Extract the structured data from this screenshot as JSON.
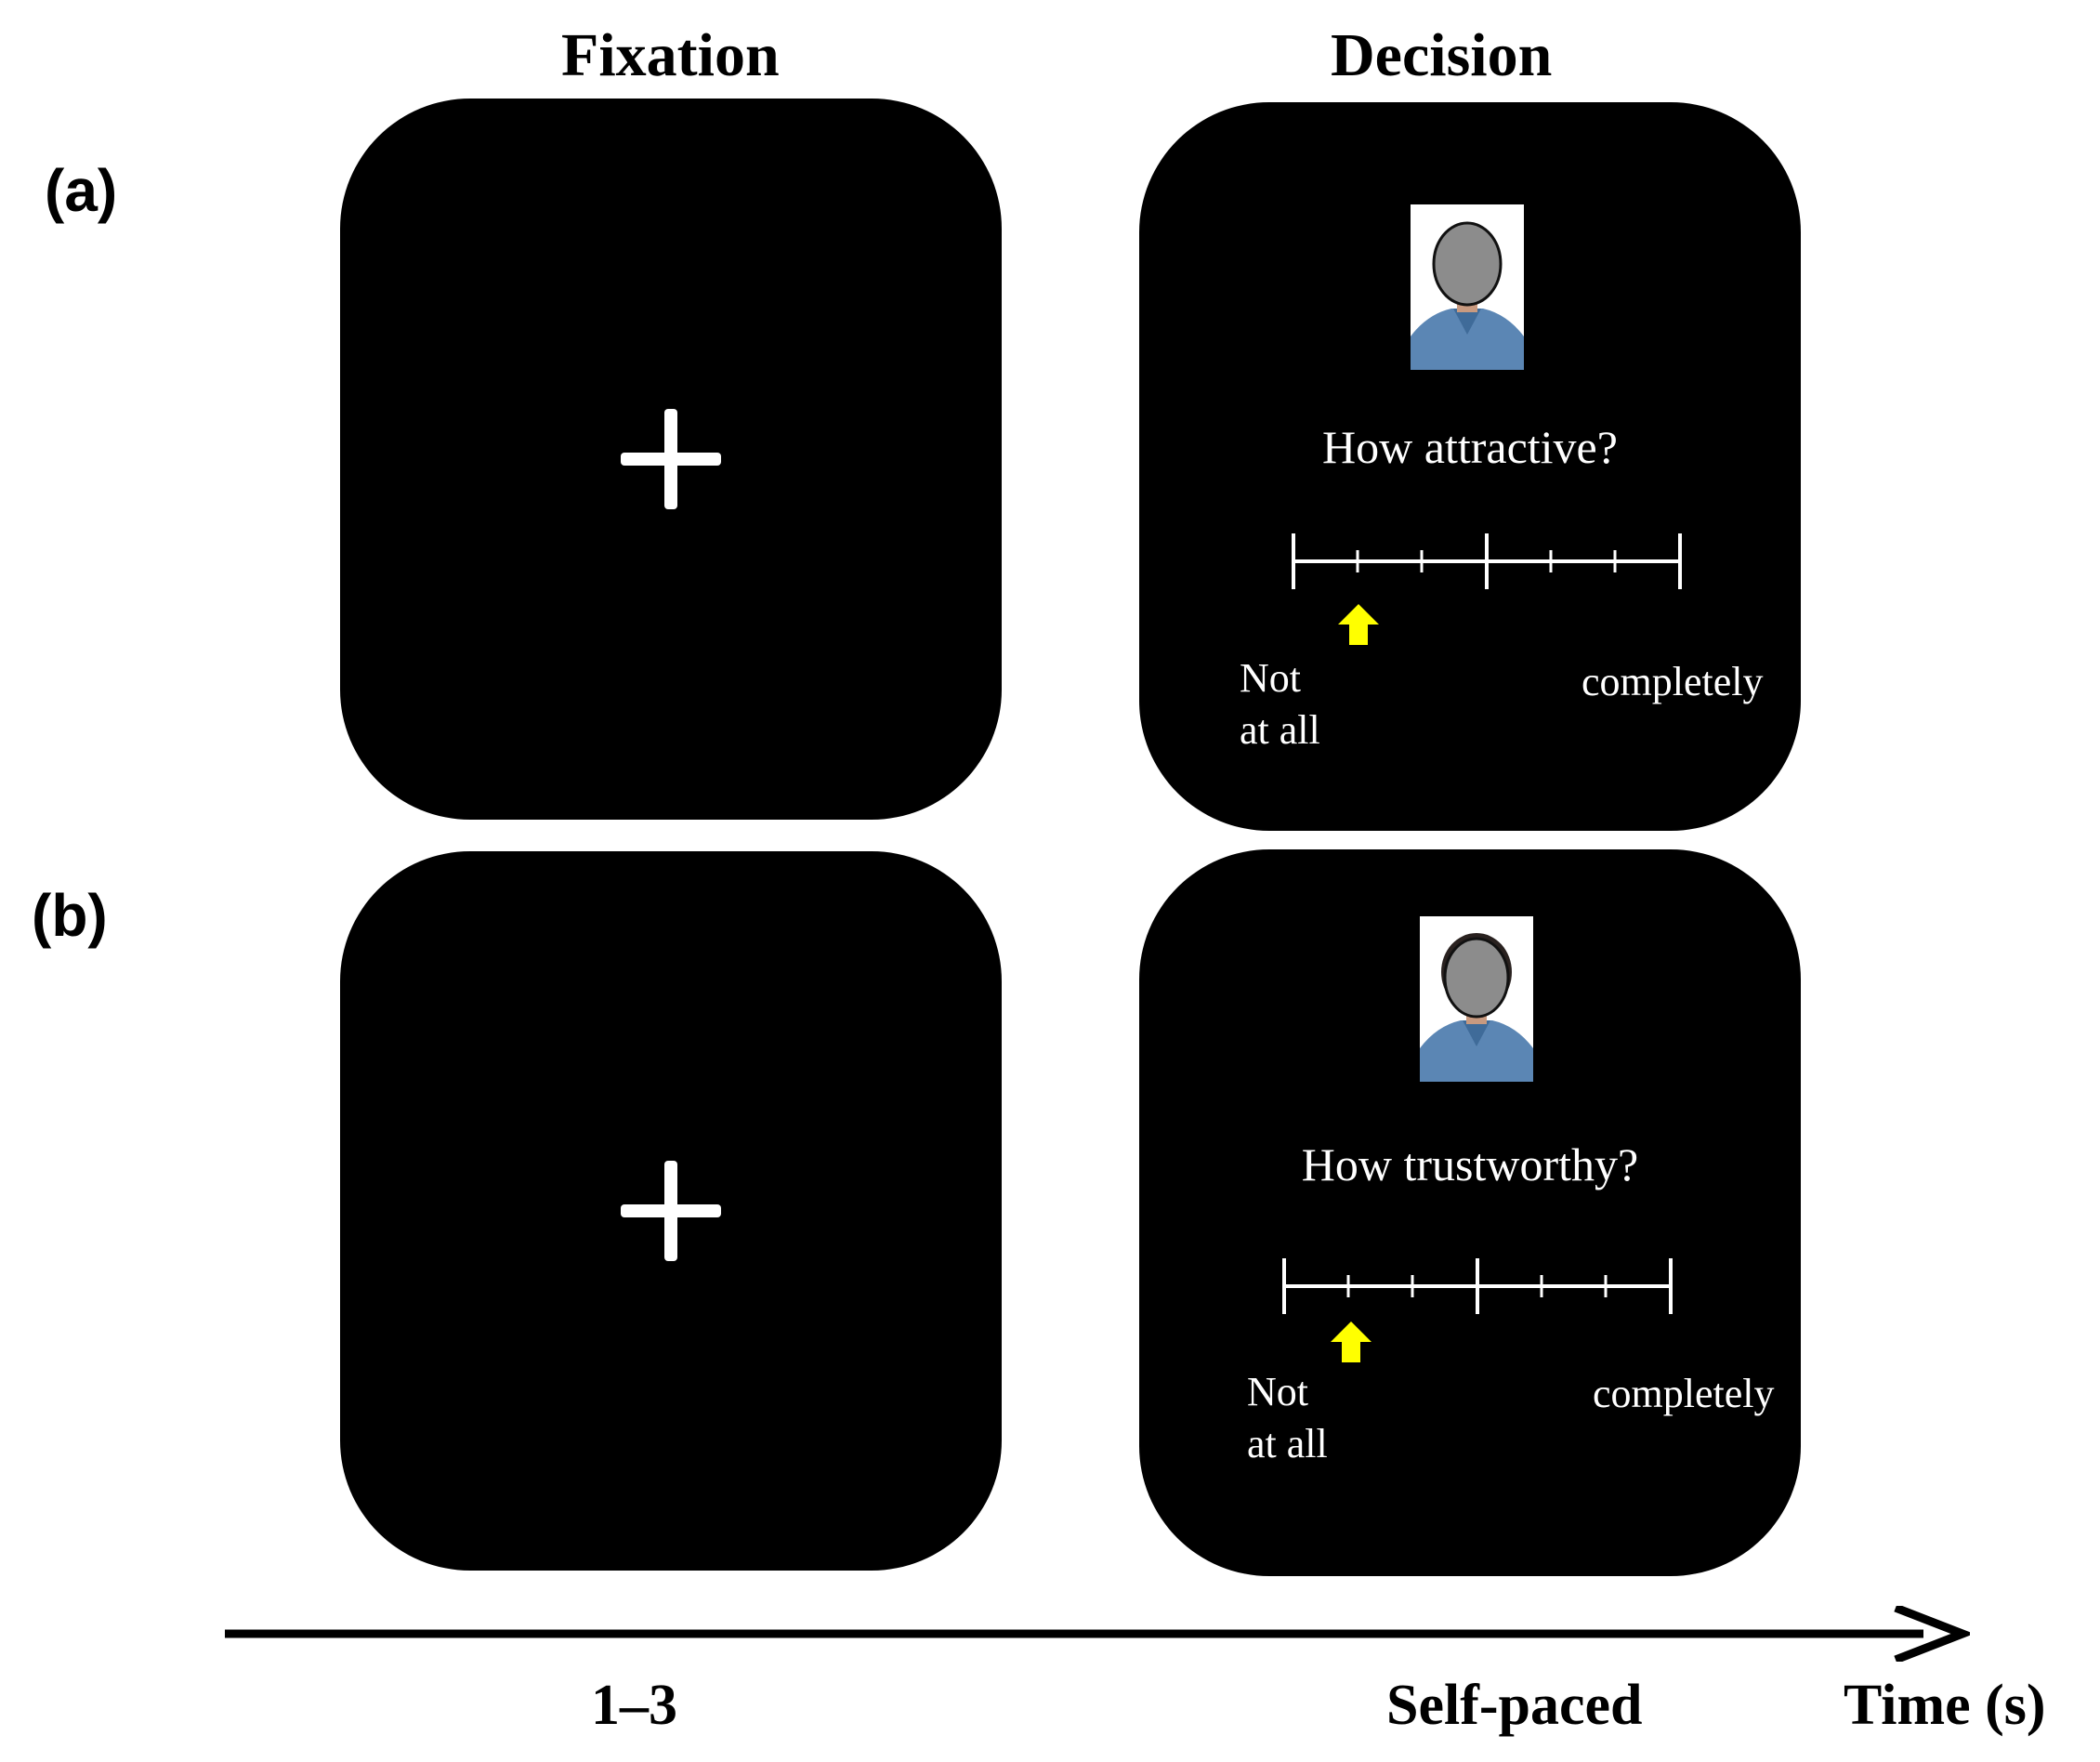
{
  "columns": {
    "fixation": "Fixation",
    "decision": "Decision"
  },
  "rows": [
    {
      "label": "(a)",
      "question": "How attractive?",
      "scale_left": [
        "Not",
        "at all"
      ],
      "scale_right": "completely"
    },
    {
      "label": "(b)",
      "question": "How trustworthy?",
      "scale_left": [
        "Not",
        "at all"
      ],
      "scale_right": "completely"
    }
  ],
  "scale": {
    "ticks": 7,
    "selected_index": 1
  },
  "timeline": {
    "fixation_duration": "1–3",
    "decision_duration": "Self-paced",
    "axis_label": "Time (s)"
  },
  "colors": {
    "screen": "#000000",
    "indicator": "#ffff00",
    "text": "#ffffff"
  }
}
